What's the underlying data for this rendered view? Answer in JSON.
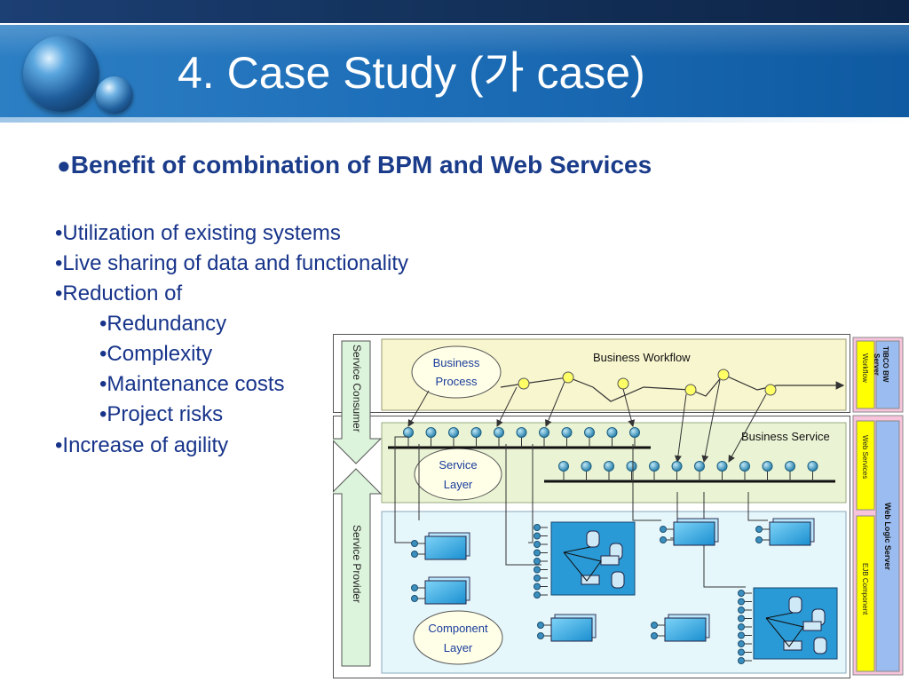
{
  "slide": {
    "title": "4. Case Study (가 case)",
    "subheading": "Benefit of combination of BPM and Web Services",
    "subheading_bullet": "●",
    "bullets": [
      {
        "text": "•Utilization of existing systems",
        "level": 0
      },
      {
        "text": "•Live sharing of data and functionality",
        "level": 0
      },
      {
        "text": "•Reduction of",
        "level": 0
      },
      {
        "text": "•Redundancy",
        "level": 1
      },
      {
        "text": "•Complexity",
        "level": 1
      },
      {
        "text": "•Maintenance costs",
        "level": 1
      },
      {
        "text": "•Project risks",
        "level": 1
      },
      {
        "text": "•Increase of agility",
        "level": 0
      }
    ]
  },
  "diagram": {
    "service_consumer": "Service Consumer",
    "service_provider": "Service Provider",
    "business_workflow": "Business Workflow",
    "business_service": "Business Service",
    "business_process": [
      "Business",
      "Process"
    ],
    "service_layer": [
      "Service",
      "Layer"
    ],
    "component_layer": [
      "Component",
      "Layer"
    ],
    "tibco_bw_server": [
      "TIBCO BW",
      "Server"
    ],
    "workflow": "Workflow",
    "web_services": "Web  Services",
    "web_logic_server": "Web Logic Server",
    "ejb_component": "EJB Component"
  },
  "colors": {
    "title_text": "#ffffff",
    "title_band": "#1d6eb8",
    "body_text": "#17348a",
    "workflow_fill": "#f8f6cf",
    "service_fill": "#eaf4d4",
    "component_fill": "#e6f7fb",
    "side_pink": "#f7c4dc",
    "side_yellow": "#ffff00",
    "side_blue": "#9bbcf0",
    "node_teal": "#2d89b5",
    "node_yellow": "#ffff66"
  }
}
